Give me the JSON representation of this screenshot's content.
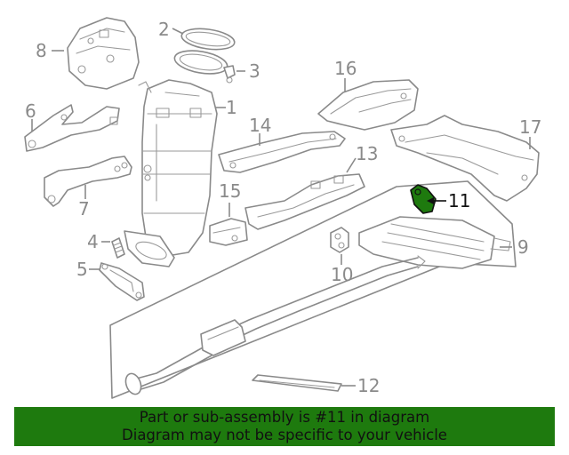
{
  "callouts": {
    "c1": "1",
    "c2": "2",
    "c3": "3",
    "c4": "4",
    "c5": "5",
    "c6": "6",
    "c7": "7",
    "c8": "8",
    "c9": "9",
    "c10": "10",
    "c11": "11",
    "c12": "12",
    "c13": "13",
    "c14": "14",
    "c15": "15",
    "c16": "16",
    "c17": "17"
  },
  "highlight": {
    "part": "11",
    "color": "#1e7a0e"
  },
  "banner": {
    "line1": "Part or sub-assembly is #11 in diagram",
    "line2": "Diagram may not be specific to your vehicle",
    "background": "#1e7a0e"
  }
}
